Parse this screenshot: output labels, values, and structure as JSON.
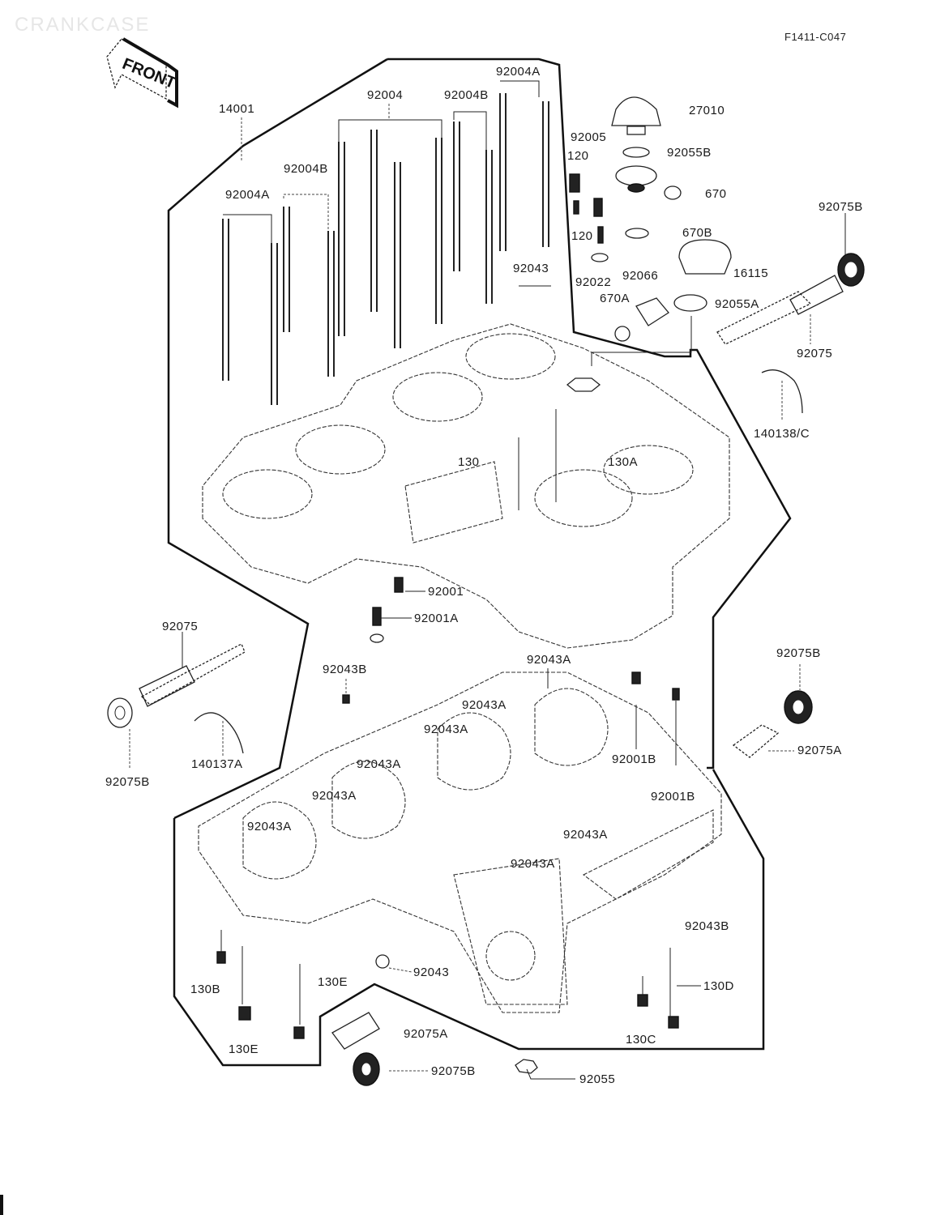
{
  "header": {
    "title": "CRANKCASE",
    "diagram_code": "F1411-C047",
    "front_indicator": "FRONT"
  },
  "labels": {
    "l14001": "14001",
    "l92004_left_a": "92004A",
    "l92004_left_b": "92004B",
    "l92004": "92004",
    "l92004_mid_b": "92004B",
    "l92004_top_a": "92004A",
    "l27010": "27010",
    "l92005": "92005",
    "l92055b": "92055B",
    "l120": "120",
    "l670": "670",
    "l120b": "120",
    "l670b": "670B",
    "l92043_top": "92043",
    "l92022": "92022",
    "l92066": "92066",
    "l16115": "16115",
    "l670a": "670A",
    "l92055a": "92055A",
    "l92075b_top": "92075B",
    "l92075_right": "92075",
    "l140138": "140138/C",
    "l130": "130",
    "l130a": "130A",
    "l92001": "92001",
    "l92001a": "92001A",
    "l92075_left": "92075",
    "l92043b_left": "92043B",
    "l92043a_1": "92043A",
    "l92043a_2": "92043A",
    "l92043a_3": "92043A",
    "l92043a_4": "92043A",
    "l92043a_5": "92043A",
    "l92043a_6": "92043A",
    "l92043a_7": "92043A",
    "l92043a_8": "92043A",
    "l92075b_left": "92075B",
    "l140137a": "140137A",
    "l92075b_right": "92075B",
    "l92075a_right": "92075A",
    "l92001b_1": "92001B",
    "l92001b_2": "92001B",
    "l92043b_right": "92043B",
    "l130b": "130B",
    "l130e_1": "130E",
    "l130e_2": "130E",
    "l92043_bottom": "92043",
    "l92075a_bottom": "92075A",
    "l92075b_bottom": "92075B",
    "l92055": "92055",
    "l130c": "130C",
    "l130d": "130D"
  }
}
